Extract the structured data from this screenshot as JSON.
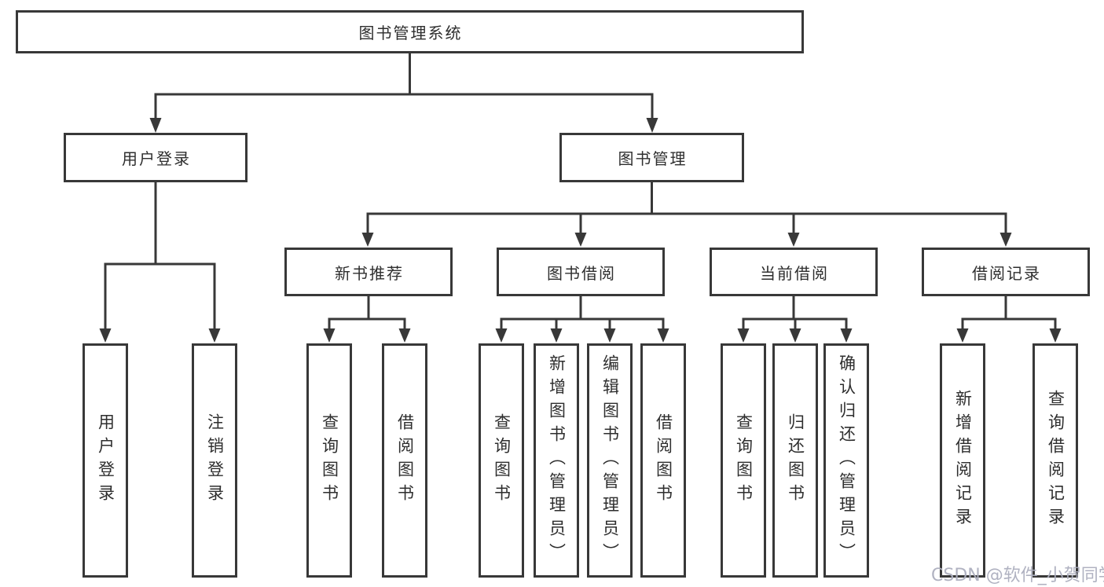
{
  "diagram": {
    "root": "图书管理系统",
    "login_branch": {
      "label": "用户登录",
      "children": [
        "用户登录",
        "注销登录"
      ]
    },
    "mgmt_branch": {
      "label": "图书管理",
      "sections": [
        {
          "label": "新书推荐",
          "children": [
            "查询图书",
            "借阅图书"
          ]
        },
        {
          "label": "图书借阅",
          "children": [
            "查询图书",
            "新增图书（管理员）",
            "编辑图书（管理员）",
            "借阅图书"
          ]
        },
        {
          "label": "当前借阅",
          "children": [
            "查询图书",
            "归还图书",
            "确认归还（管理员）"
          ]
        },
        {
          "label": "借阅记录",
          "children": [
            "新增借阅记录",
            "查询借阅记录"
          ]
        }
      ]
    }
  },
  "watermark": "CSDN @软件_小贺同学",
  "colors": {
    "line": "#383838",
    "box_border": "#383838",
    "text": "#2e2e2e",
    "background": "#ffffff",
    "watermark": "#acaebe"
  }
}
